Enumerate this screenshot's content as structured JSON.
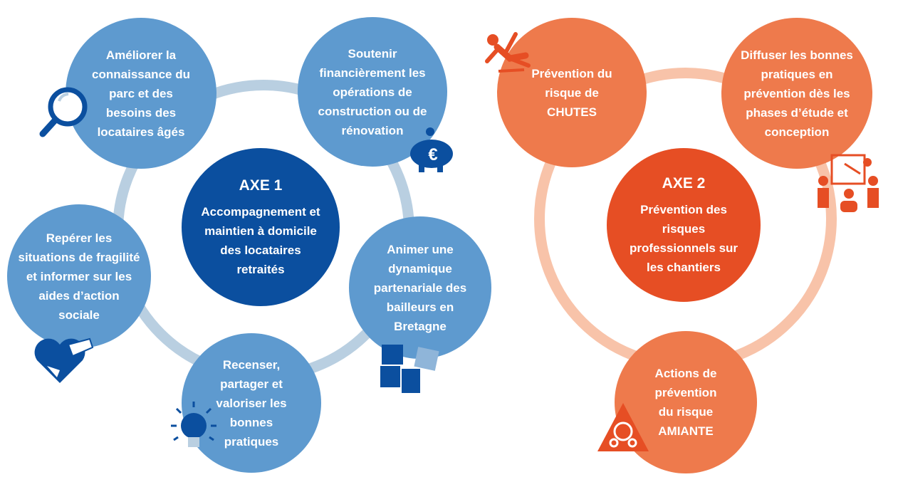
{
  "axis1": {
    "title": "AXE 1",
    "subtitle": "Accompagnement et maintien à domicile des locataires retraités",
    "color": "#0b4f9f",
    "items": [
      {
        "label": "Améliorer la connaissance du parc et des besoins des locataires âgés",
        "icon": "magnifier-icon"
      },
      {
        "label": "Soutenir financièrement les opérations de construction ou de rénovation",
        "icon": "piggy-bank-euro-icon"
      },
      {
        "label": "Repérer les situations de fragilité et informer sur les aides d’action sociale",
        "icon": "heart-hands-icon"
      },
      {
        "label": "Recenser, partager et valoriser les bonnes pratiques",
        "icon": "lightbulb-icon"
      },
      {
        "label": "Animer une dynamique partenariale des bailleurs en Bretagne",
        "icon": "puzzle-icon"
      }
    ]
  },
  "axis2": {
    "title": "AXE 2",
    "subtitle": "Prévention des risques professionnels sur les chantiers",
    "color": "#e64e24",
    "items": [
      {
        "label": "Prévention du risque de CHUTES",
        "icon": "falling-person-icon"
      },
      {
        "label": "Diffuser les bonnes pratiques en prévention dès les phases d’étude et conception",
        "icon": "training-meeting-icon"
      },
      {
        "label": "Actions de prévention du risque AMIANTE",
        "icon": "asbestos-warning-icon"
      }
    ]
  }
}
